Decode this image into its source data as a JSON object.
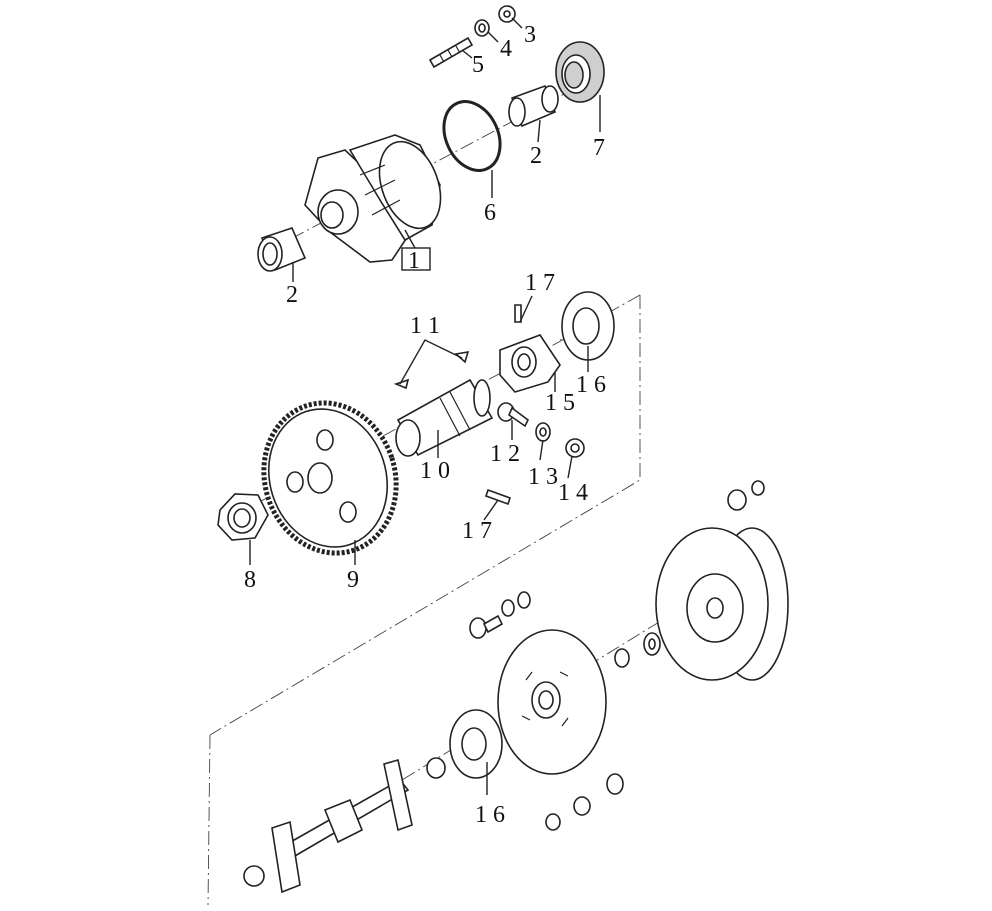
{
  "labels": {
    "l1": "1",
    "l2a": "2",
    "l2b": "2",
    "l3": "3",
    "l4": "4",
    "l5": "5",
    "l6": "6",
    "l7": "7",
    "l8": "8",
    "l9": "9",
    "l10": "1 0",
    "l11": "1 1",
    "l12": "1 2",
    "l13": "1 3",
    "l14": "1 4",
    "l15": "1 5",
    "l16a": "1 6",
    "l16b": "1 6",
    "l17a": "1 7",
    "l17b": "1 7"
  },
  "colors": {
    "line": "#222222",
    "background": "#ffffff",
    "seal_fill": "#cfcfcf"
  }
}
